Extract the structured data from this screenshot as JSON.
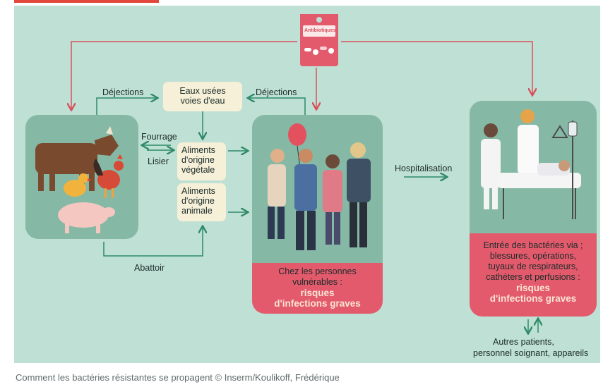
{
  "antibiotics_label": "Antibiotiques",
  "labels": {
    "dejections_left": "Déjections",
    "dejections_right": "Déjections",
    "fourrage": "Fourrage",
    "lisier": "Lisier",
    "abattoir": "Abattoir",
    "hospitalisation": "Hospitalisation"
  },
  "boxes": {
    "eaux_line1": "Eaux usées",
    "eaux_line2": "voies d'eau",
    "vegetal_line1": "Aliments",
    "vegetal_line2": "d'origine",
    "vegetal_line3": "végétale",
    "animal_line1": "Aliments",
    "animal_line2": "d'origine",
    "animal_line3": "animale"
  },
  "people_box": {
    "line1": "Chez les personnes",
    "line2": "vulnérables :",
    "risk1": "risques",
    "risk2": "d'infections graves"
  },
  "hospital_box": {
    "line1": "Entrée des bactéries via ;",
    "line2": "blessures, opérations,",
    "line3": "tuyaux de respirateurs,",
    "line4": "cathéters et perfusions :",
    "risk1": "risques",
    "risk2": "d'infections graves"
  },
  "bottom": {
    "line1": "Autres patients,",
    "line2": "personnel soignant, appareils"
  },
  "caption": "Comment les bactéries résistantes se propagent © Inserm/Koulikoff, Frédérique",
  "colors": {
    "background": "#bfe0d4",
    "green_arrow": "#2f8a6a",
    "red_arrow": "#d8505c",
    "image_panel": "#85b9a5",
    "red_panel": "#e35a6c",
    "text_box": "#f6f0d8"
  }
}
